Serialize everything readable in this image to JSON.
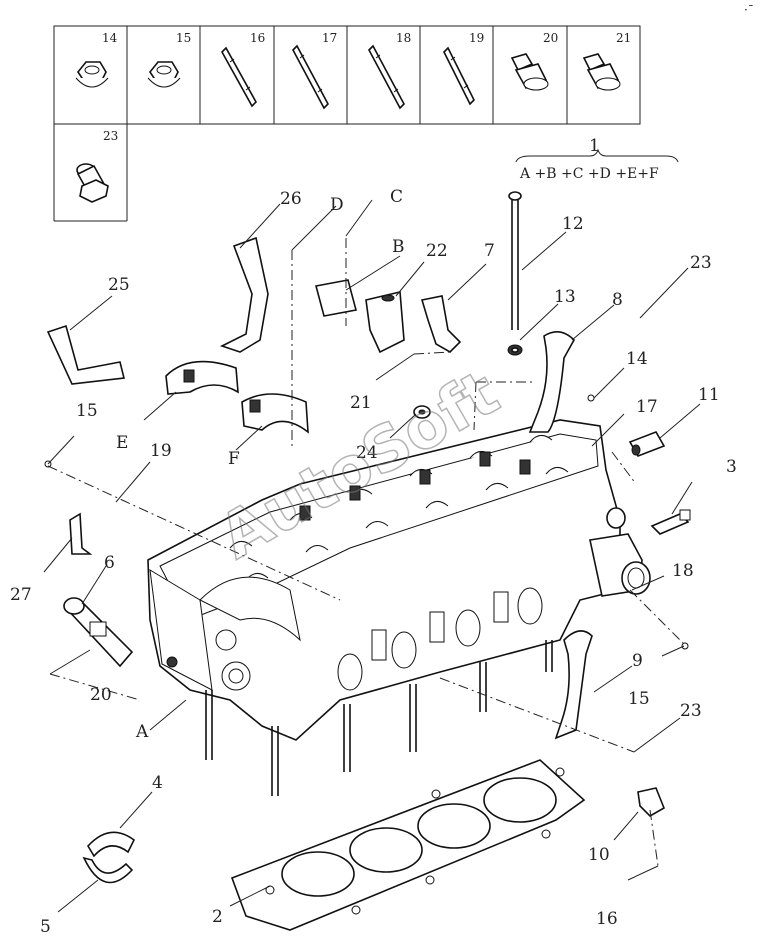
{
  "watermark": "AutoSoft",
  "corner_mark": "·ˉ",
  "parts_box": {
    "row1": [
      "14",
      "15",
      "16",
      "17",
      "18",
      "19",
      "20",
      "21"
    ],
    "row2": [
      "23"
    ]
  },
  "assembly": {
    "number": "1",
    "formula": "A +B +C +D +E+F"
  },
  "callouts": {
    "n2": "2",
    "n3": "3",
    "n4": "4",
    "n5": "5",
    "n6": "6",
    "n7": "7",
    "n8": "8",
    "n9": "9",
    "n10": "10",
    "n11": "11",
    "n12": "12",
    "n13": "13",
    "n14": "14",
    "n15a": "15",
    "n15b": "15",
    "n16": "16",
    "n17": "17",
    "n18": "18",
    "n19": "19",
    "n20": "20",
    "n21": "21",
    "n22": "22",
    "n23a": "23",
    "n23b": "23",
    "n24": "24",
    "n25": "25",
    "n26": "26",
    "n27": "27",
    "lA": "A",
    "lB": "B",
    "lC": "C",
    "lD": "D",
    "lE": "E",
    "lF": "F"
  }
}
